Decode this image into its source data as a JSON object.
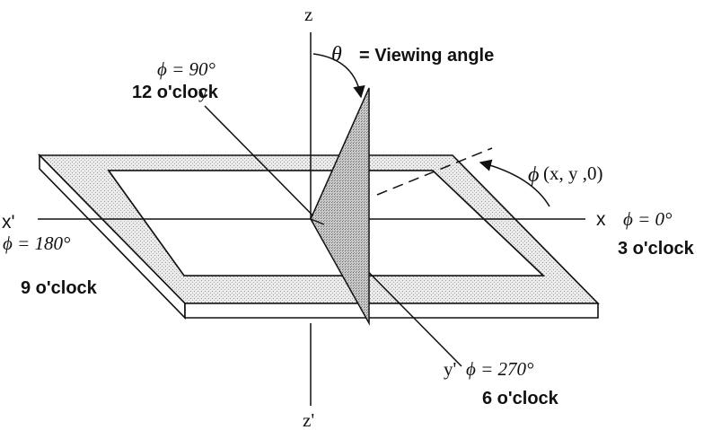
{
  "axes": {
    "z": "z",
    "z_prime": "z'",
    "x": "x",
    "x_prime": "x'",
    "y": "y",
    "y_prime": "y'"
  },
  "viewing_angle": {
    "symbol": "θ",
    "text": "= Viewing angle"
  },
  "direction_label": {
    "symbol": "ϕ",
    "coords": "(x, y ,0)"
  },
  "positions": [
    {
      "key": "top",
      "angle": "ϕ = 90°",
      "clock": "12 o'clock"
    },
    {
      "key": "right",
      "angle": "ϕ = 0°",
      "clock": "3 o'clock"
    },
    {
      "key": "left",
      "angle": "ϕ = 180°",
      "clock": "9 o'clock"
    },
    {
      "key": "bottom",
      "angle": "ϕ = 270°",
      "clock": "6 o'clock"
    }
  ],
  "colors": {
    "line": "#111111",
    "panel_fill": "#d8d8d8",
    "frame_fill": "#e4e4e4"
  }
}
